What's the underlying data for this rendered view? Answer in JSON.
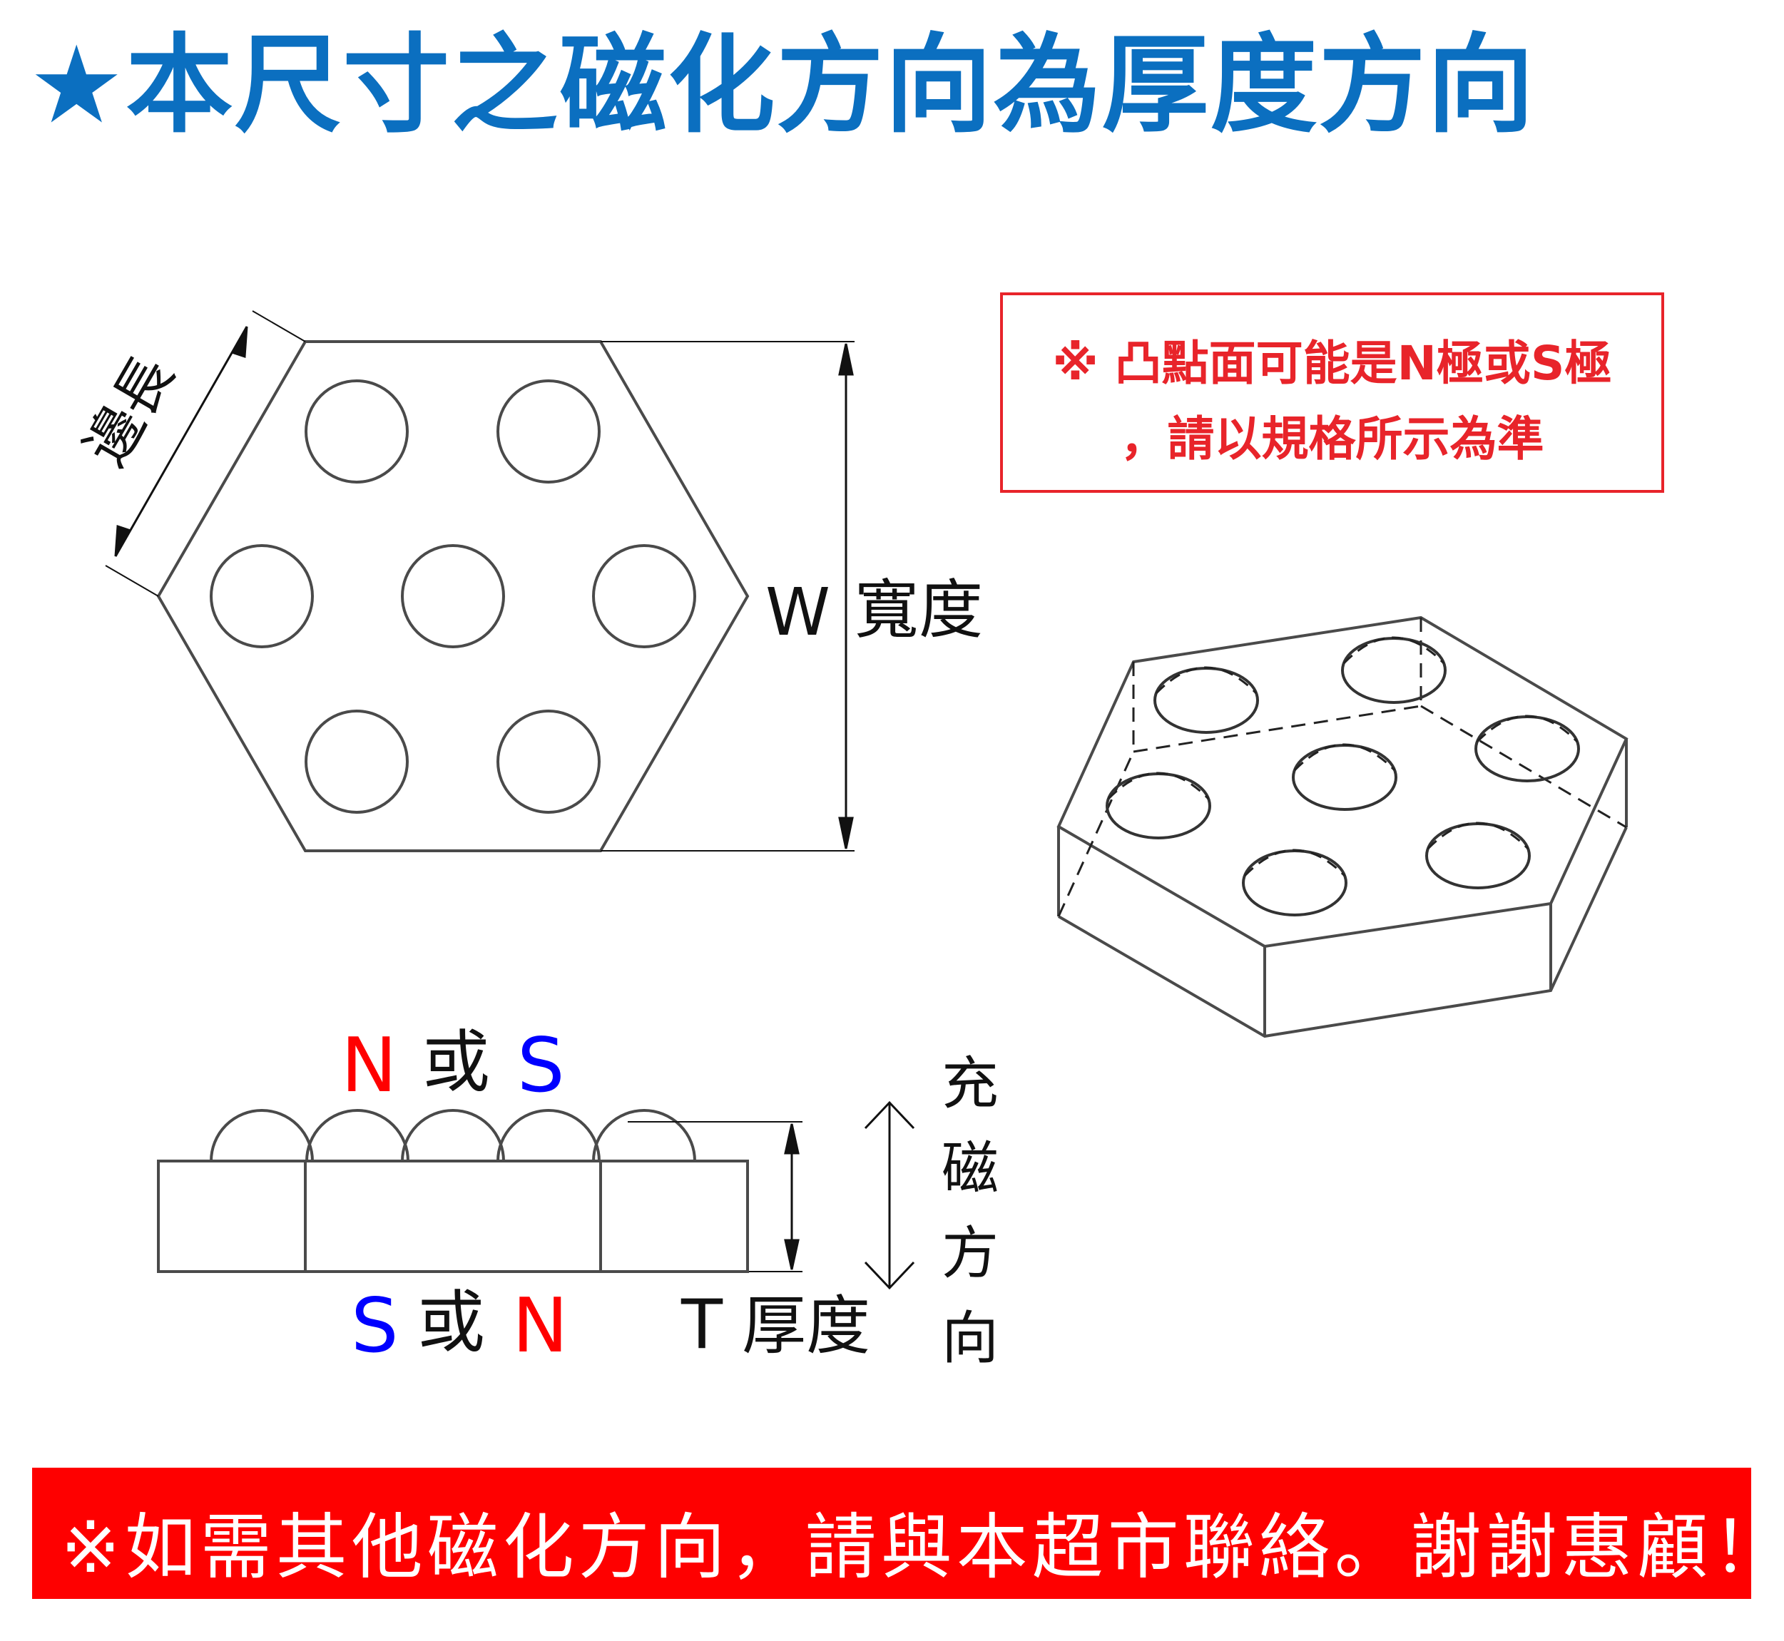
{
  "title": "★本尺寸之磁化方向為厚度方向",
  "note": {
    "line1": "※ 凸點面可能是N極或S極",
    "line2": "，請以規格所示為準"
  },
  "labels": {
    "side_length": "邊長",
    "width_letter": "W",
    "width_word": "寬度",
    "top_pole_first": "N",
    "top_pole_or": "或",
    "top_pole_second": "S",
    "bottom_pole_first": "S",
    "bottom_pole_or": "或",
    "bottom_pole_second": "N",
    "thickness_letter": "T",
    "thickness_word": "厚度",
    "magnetization_chars": [
      "充",
      "磁",
      "方",
      "向"
    ]
  },
  "footer": {
    "text": "※如需其他磁化方向，請與本超市聯絡。謝謝惠顧！"
  },
  "colors": {
    "title": "#0b6fc0",
    "note": "#e8242a",
    "footer_bg": "#fe0000",
    "north": "#ff0000",
    "south": "#0000ff",
    "line": "#4a4a4a"
  }
}
